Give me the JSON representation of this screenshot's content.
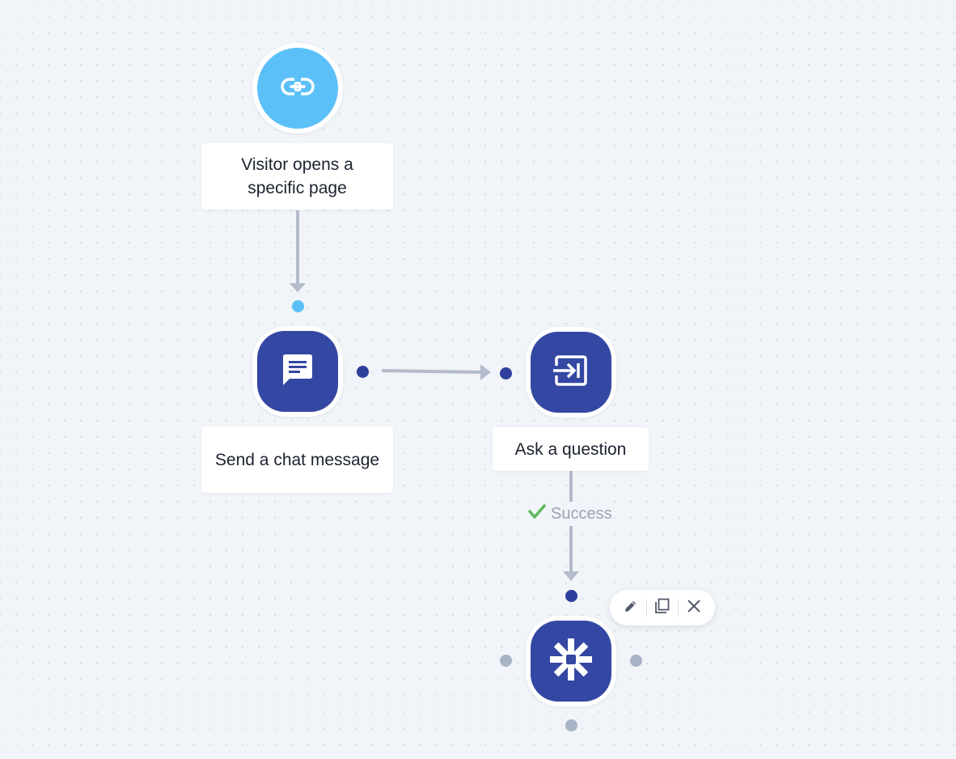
{
  "trigger": {
    "icon": "link-icon",
    "label": "Visitor opens a specific page"
  },
  "steps": {
    "chat_message": {
      "icon": "chat-message-icon",
      "label": "Send a chat message"
    },
    "ask_question": {
      "icon": "input-arrow-icon",
      "label": "Ask a question"
    },
    "zapier": {
      "icon": "asterisk-icon"
    }
  },
  "branches": {
    "success_label": "Success"
  },
  "node_toolbar": {
    "edit_icon": "pencil-icon",
    "duplicate_icon": "copy-icon",
    "delete_icon": "close-icon"
  },
  "colors": {
    "trigger": "#5bc0f8",
    "action": "#3447a3",
    "connector": "#b3bccb",
    "success": "#5cb85c"
  }
}
